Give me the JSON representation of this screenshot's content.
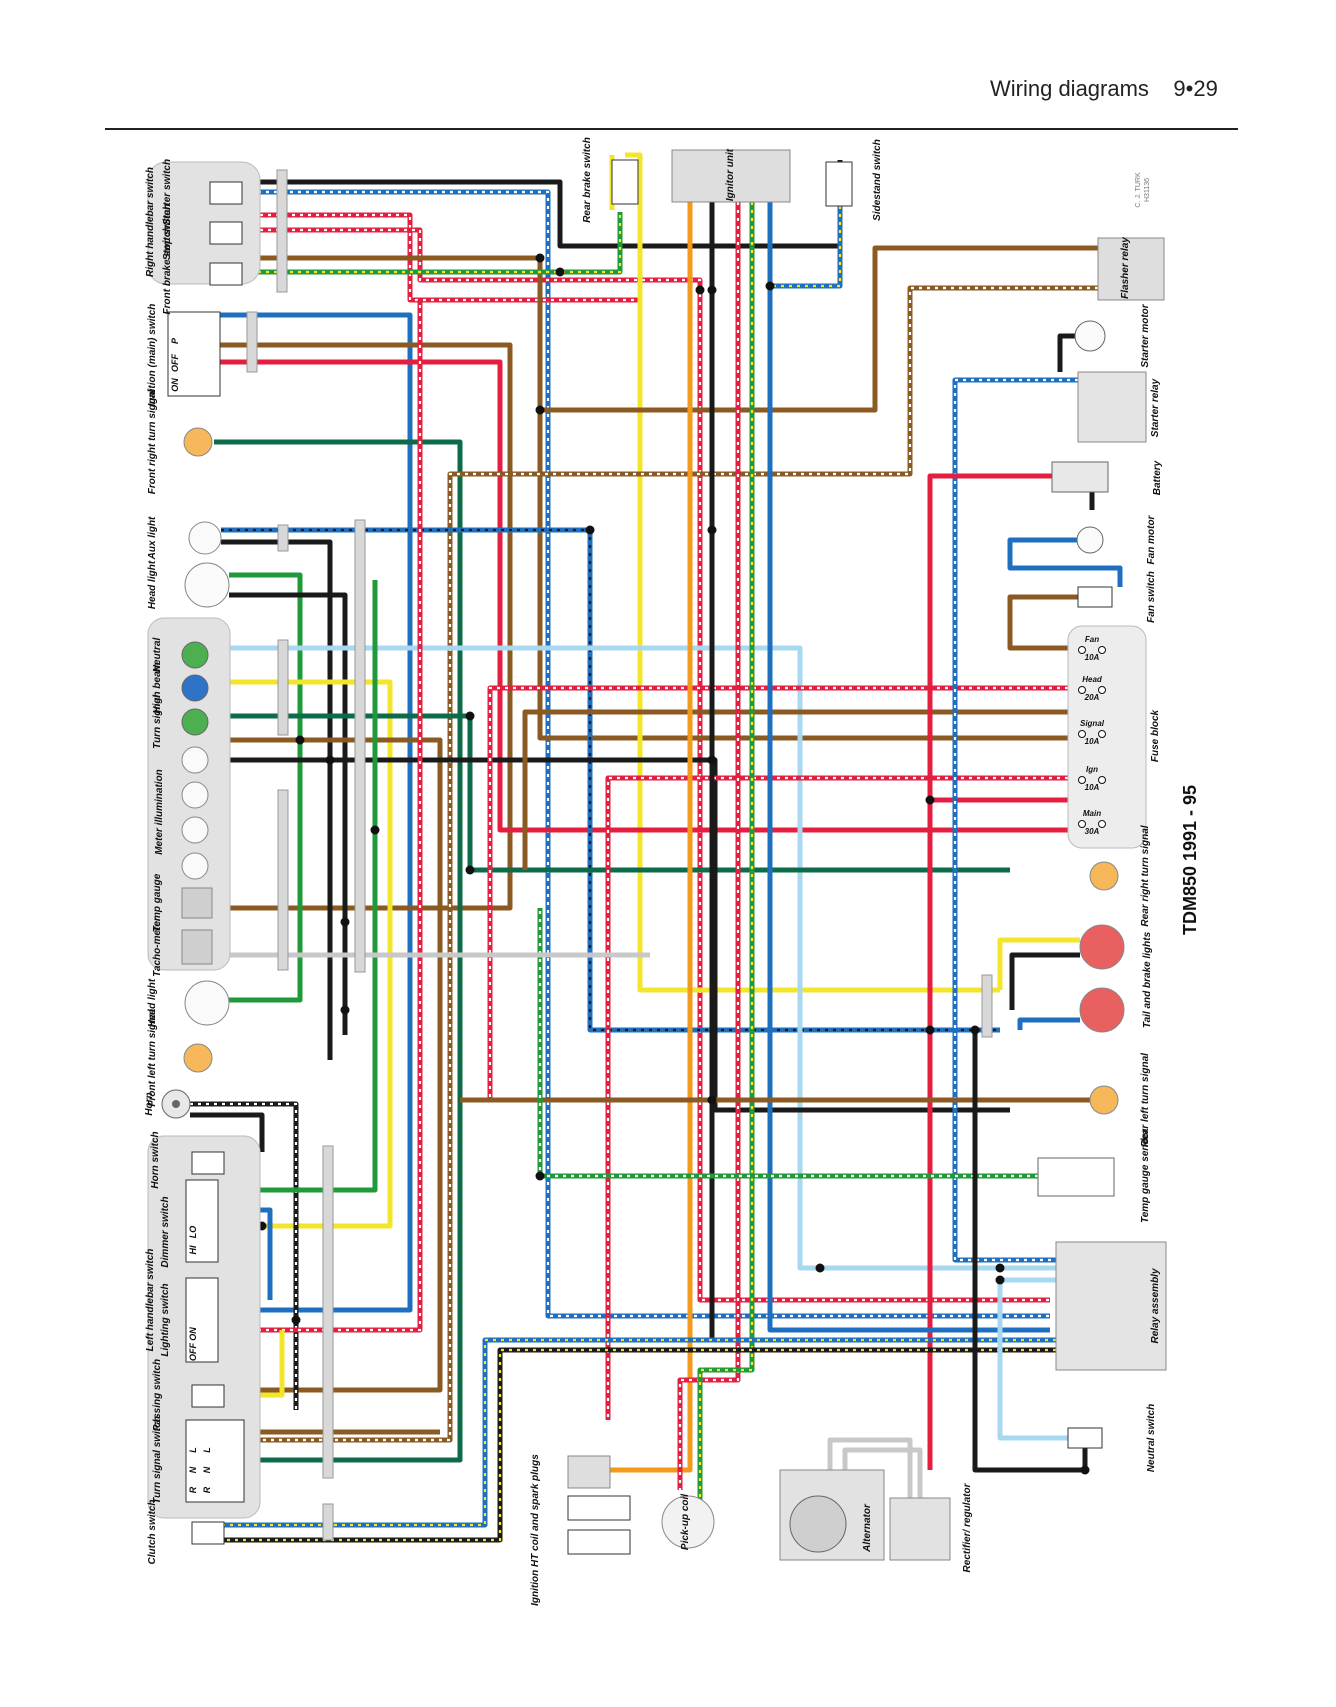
{
  "header": {
    "title": "Wiring diagrams",
    "page": "9•29"
  },
  "credit": [
    "C. J. TURK",
    "H31136"
  ],
  "model": "TDM850 1991 - 95",
  "colors": {
    "black": "#1a1a1a",
    "blue": "#1e6fc0",
    "red": "#e41e3f",
    "brown": "#8a5a22",
    "green": "#1f9a3a",
    "yellow": "#f2e52a",
    "orange": "#f39a1c",
    "white": "#ffffff",
    "grey": "#c8c8c8",
    "dkgreen": "#0e6b4a",
    "lightblue": "#a8d8f0"
  },
  "components": {
    "right_handlebar_switch": "Right handlebar switch",
    "starter_switch": "Starter switch",
    "stop_switch": "Stop switch",
    "front_brake_switch": "Front brake switch",
    "ignition_switch": "Ignition (main) switch",
    "front_right_turn": "Front right turn signal",
    "aux_light": "Aux light",
    "head_light": "Head light",
    "neutral": "Neutral",
    "high_beam": "High beam",
    "turn_signal": "Turn signal",
    "meter_illumination": "Meter illumination",
    "temp_gauge": "Temp gauge",
    "tachometer": "Tacho-meter",
    "head_light_2": "Head light",
    "front_left_turn": "Front left turn signal",
    "horn": "Horn",
    "horn_switch": "Horn switch",
    "dimmer_switch": "Dimmer switch",
    "left_handlebar_switch": "Left handlebar switch",
    "lighting_switch": "Lighting switch",
    "passing_switch": "Passing switch",
    "turn_signal_switch": "Turn signal switch",
    "clutch_switch": "Clutch switch",
    "rear_brake_switch": "Rear brake switch",
    "ignitor_unit": "Ignitor unit",
    "sidestand_switch": "Sidestand switch",
    "flasher_relay": "Flasher relay",
    "starter_motor": "Starter motor",
    "starter_relay": "Starter relay",
    "battery": "Battery",
    "fan_motor": "Fan motor",
    "fan_switch": "Fan switch",
    "fuse_block": "Fuse block",
    "rear_right_turn": "Rear right turn signal",
    "tail_brake": "Tail and brake lights",
    "rear_left_turn": "Rear left turn signal",
    "temp_sender": "Temp gauge sender",
    "relay_assembly": "Relay assembly",
    "neutral_switch": "Neutral switch",
    "ht_coil": "Ignition HT coil and spark plugs",
    "pickup_coil": "Pick-up coil",
    "alternator": "Alternator",
    "rectifier": "Rectifier/ regulator"
  },
  "fuses": [
    {
      "name": "Fan",
      "rating": "10A"
    },
    {
      "name": "Head",
      "rating": "20A"
    },
    {
      "name": "Signal",
      "rating": "10A"
    },
    {
      "name": "Ign",
      "rating": "10A"
    },
    {
      "name": "Main",
      "rating": "30A"
    }
  ],
  "switch_positions": {
    "ignition": [
      "ON",
      "OFF",
      "P"
    ],
    "dimmer": [
      "HI",
      "LO"
    ],
    "lighting": [
      "OFF",
      "ON"
    ],
    "turn": [
      "R",
      "R",
      "N",
      "N",
      "L",
      "L"
    ]
  }
}
